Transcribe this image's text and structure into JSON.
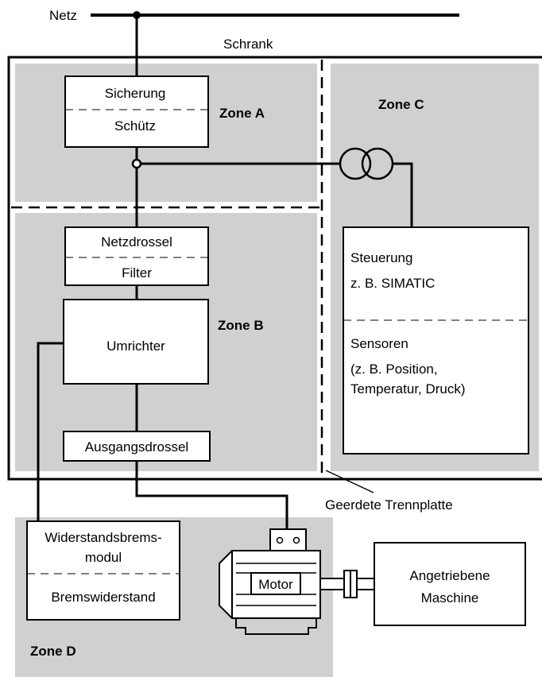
{
  "labels": {
    "netz": "Netz",
    "schrank": "Schrank",
    "trennplatte": "Geerdete Trennplatte"
  },
  "zones": {
    "a": "Zone A",
    "b": "Zone B",
    "c": "Zone C",
    "d": "Zone D"
  },
  "components": {
    "sicherung": "Sicherung",
    "schuetz": "Schütz",
    "netzdrossel": "Netzdrossel",
    "filter": "Filter",
    "umrichter": "Umrichter",
    "ausgangsdrossel": "Ausgangsdrossel",
    "steuerung": {
      "line1": "Steuerung",
      "line2": "z. B. SIMATIC"
    },
    "sensoren": {
      "line1": "Sensoren",
      "line2": "(z. B. Position,",
      "line3": "Temperatur, Druck)"
    },
    "bremsmodul": {
      "line1": "Widerstandsbrems-",
      "line2": "modul"
    },
    "bremswiderstand": "Bremswiderstand",
    "motor": "Motor",
    "maschine": {
      "line1": "Angetriebene",
      "line2": "Maschine"
    }
  },
  "colors": {
    "zone_fill": "#d0d0d0",
    "line": "#000000",
    "box_fill": "#ffffff"
  }
}
